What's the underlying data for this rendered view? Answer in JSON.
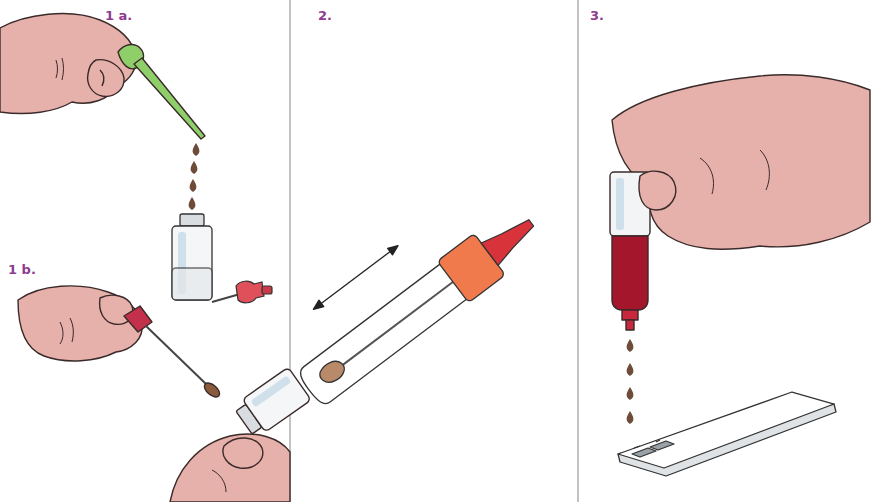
{
  "diagram": {
    "labels": [
      "1 a.",
      "1 b.",
      "2.",
      "3."
    ]
  }
}
